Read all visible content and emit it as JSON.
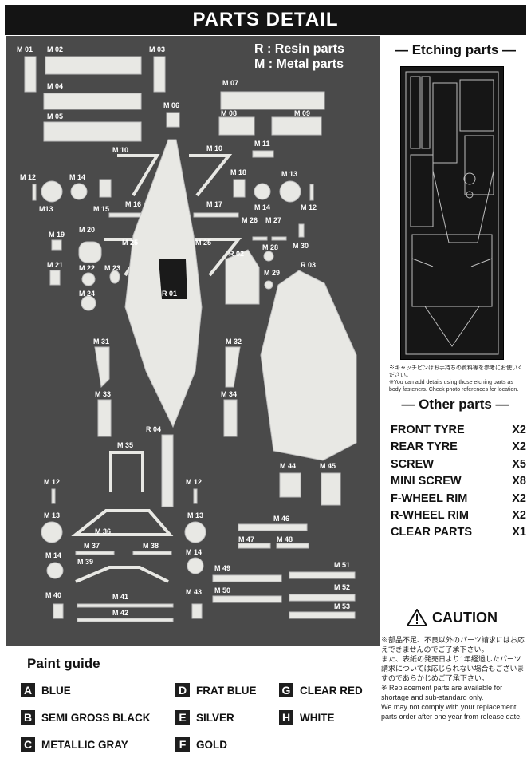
{
  "header": {
    "title": "PARTS DETAIL"
  },
  "legend": {
    "resin": "R : Resin parts",
    "metal": "M : Metal parts"
  },
  "labels": {
    "m01": "M 01",
    "m02": "M 02",
    "m03": "M 03",
    "m04": "M 04",
    "m05": "M 05",
    "m06": "M 06",
    "m07": "M 07",
    "m08": "M 08",
    "m09": "M 09",
    "m10a": "M 10",
    "m10b": "M 10",
    "m11": "M 11",
    "m12a": "M 12",
    "m12b": "M 12",
    "m12c": "M 12",
    "m12d": "M 12",
    "m13a": "M13",
    "m13b": "M 13",
    "m13c": "M 13",
    "m13d": "M 13",
    "m14a": "M 14",
    "m14b": "M 14",
    "m14c": "M 14",
    "m14d": "M 14",
    "m15": "M 15",
    "m16": "M 16",
    "m17": "M 17",
    "m18": "M 18",
    "m19": "M 19",
    "m20": "M 20",
    "m21": "M 21",
    "m22": "M 22",
    "m23": "M 23",
    "m24": "M 24",
    "m25a": "M 25",
    "m25b": "M 25",
    "m26": "M 26",
    "m27": "M 27",
    "m28": "M 28",
    "m29": "M 29",
    "m30": "M 30",
    "m31": "M 31",
    "m32": "M 32",
    "m33": "M 33",
    "m34": "M 34",
    "m35": "M 35",
    "m36": "M 36",
    "m37": "M 37",
    "m38": "M 38",
    "m39": "M 39",
    "m40": "M 40",
    "m41": "M 41",
    "m42": "M 42",
    "m43": "M 43",
    "m44": "M 44",
    "m45": "M 45",
    "m46": "M 46",
    "m47": "M 47",
    "m48": "M 48",
    "m49": "M 49",
    "m50": "M 50",
    "m51": "M 51",
    "m52": "M 52",
    "m53": "M 53",
    "r01": "R 01",
    "r02": "R 02",
    "r03": "R 03",
    "r04": "R 04"
  },
  "etching": {
    "title": "Etching parts",
    "note_jp": "※キャッチピンはお手持ちの資料等を参考にお使いください。",
    "note_en": "※You can add details using those etching parts as body fasteners. Check photo references for location."
  },
  "other_parts": {
    "title": "Other parts",
    "items": [
      {
        "name": "FRONT TYRE",
        "qty": "X2"
      },
      {
        "name": "REAR TYRE",
        "qty": "X2"
      },
      {
        "name": "SCREW",
        "qty": "X5"
      },
      {
        "name": "MINI SCREW",
        "qty": "X8"
      },
      {
        "name": "F-WHEEL RIM",
        "qty": "X2"
      },
      {
        "name": "R-WHEEL RIM",
        "qty": "X2"
      },
      {
        "name": "CLEAR PARTS",
        "qty": "X1"
      }
    ]
  },
  "caution": {
    "title": "CAUTION",
    "note_jp_1": "※部品不足、不良以外のパーツ請求にはお応えできませんのでご了承下さい。",
    "note_jp_2": "また、表紙の発売日より1年経過したパーツ請求については応じられない場合もございますのであらかじめご了承下さい。",
    "note_en_1": "※ Replacement parts are available for shortage and sub-standard only.",
    "note_en_2": "We may not comply with your replacement parts order after one year from release date."
  },
  "paint_guide": {
    "title": "Paint guide",
    "items": [
      {
        "key": "A",
        "name": "BLUE"
      },
      {
        "key": "B",
        "name": "SEMI GROSS BLACK"
      },
      {
        "key": "C",
        "name": "METALLIC GRAY"
      },
      {
        "key": "D",
        "name": "FRAT BLUE"
      },
      {
        "key": "E",
        "name": "SILVER"
      },
      {
        "key": "F",
        "name": "GOLD"
      },
      {
        "key": "G",
        "name": "CLEAR RED"
      },
      {
        "key": "H",
        "name": "WHITE"
      }
    ]
  }
}
